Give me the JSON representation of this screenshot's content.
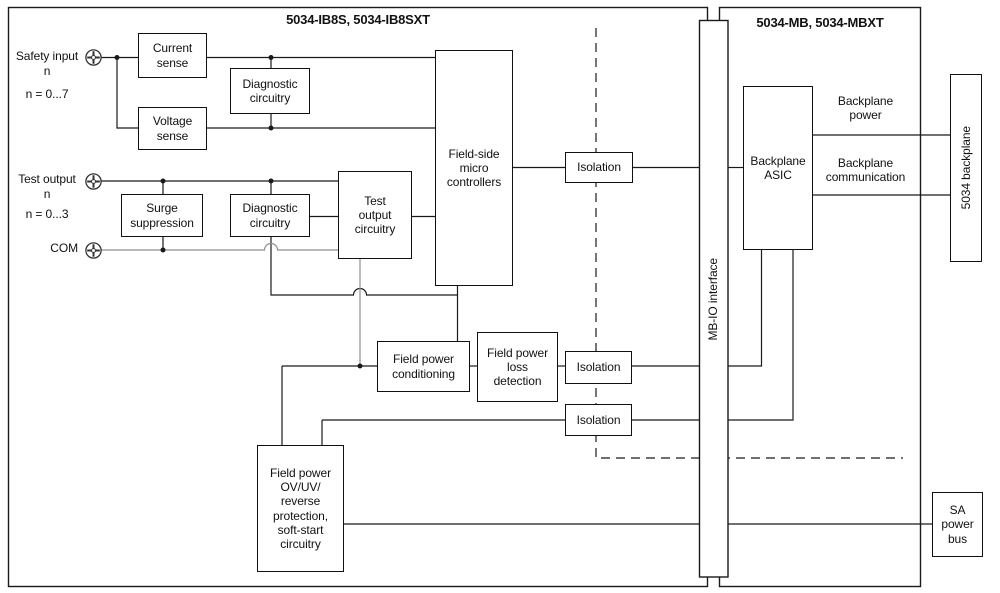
{
  "left_module": {
    "title": "5034-IB8S, 5034-IB8SXT",
    "terminals": {
      "safety_input": {
        "label": "Safety input",
        "var": "n",
        "range": "n = 0...7"
      },
      "test_output": {
        "label": "Test output",
        "var": "n",
        "range": "n = 0...3"
      },
      "com": {
        "label": "COM"
      }
    },
    "blocks": {
      "current_sense": "Current\nsense",
      "diagnostic_circuitry_input": "Diagnostic\ncircuitry",
      "voltage_sense": "Voltage\nsense",
      "surge_suppression": "Surge\nsuppression",
      "diagnostic_circuitry_output": "Diagnostic\ncircuitry",
      "test_output_circuitry": "Test\noutput\ncircuitry",
      "field_side_micro": "Field-side\nmicro\ncontrollers",
      "isolation_top": "Isolation",
      "isolation_mid": "Isolation",
      "isolation_bottom": "Isolation",
      "field_power_conditioning": "Field power\nconditioning",
      "field_power_loss_detection": "Field power\nloss\ndetection",
      "field_power_protection": "Field power\nOV/UV/\nreverse\nprotection,\nsoft-start\ncircuitry"
    }
  },
  "interface_bar": {
    "label": "MB-IO interface"
  },
  "right_module": {
    "title": "5034-MB, 5034-MBXT",
    "blocks": {
      "backplane_asic": "Backplane\nASIC"
    },
    "connections": {
      "backplane_power": "Backplane\npower",
      "backplane_communication": "Backplane\ncommunication"
    }
  },
  "external": {
    "backplane": "5034 backplane",
    "sa_power_bus": "SA\npower\nbus"
  },
  "colors": {
    "line": "#1a1a1a",
    "gray_line": "#8f8f8f"
  }
}
